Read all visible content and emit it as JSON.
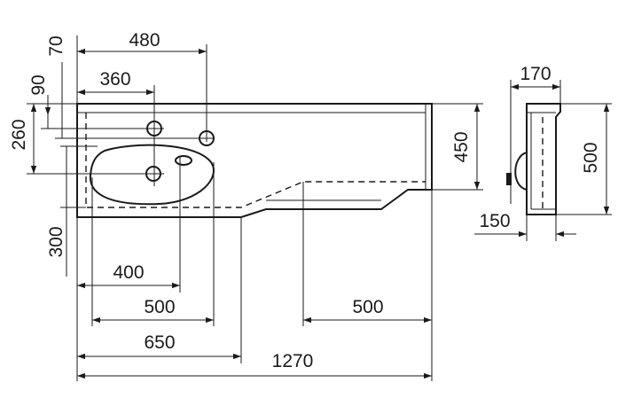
{
  "drawing": {
    "front_view": {
      "dimensions": {
        "width_480": "480",
        "width_360": "360",
        "offset_70": "70",
        "offset_90": "90",
        "height_260": "260",
        "height_300": "300",
        "height_450": "450",
        "width_400": "400",
        "width_500_left": "500",
        "width_500_right": "500",
        "width_650": "650",
        "overall_1270": "1270"
      }
    },
    "side_view": {
      "dimensions": {
        "depth_170": "170",
        "height_500": "500",
        "depth_150": "150"
      }
    }
  }
}
